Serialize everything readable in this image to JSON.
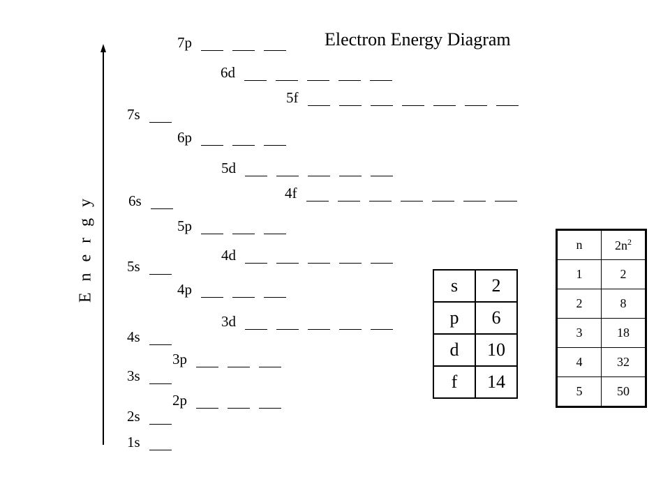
{
  "title": "Electron Energy Diagram",
  "energy_axis_label": "E n e r g y",
  "sublevels": [
    {
      "label": "1s",
      "orbitals": 1
    },
    {
      "label": "2s",
      "orbitals": 1
    },
    {
      "label": "2p",
      "orbitals": 3
    },
    {
      "label": "3s",
      "orbitals": 1
    },
    {
      "label": "3p",
      "orbitals": 3
    },
    {
      "label": "4s",
      "orbitals": 1
    },
    {
      "label": "3d",
      "orbitals": 5
    },
    {
      "label": "4p",
      "orbitals": 3
    },
    {
      "label": "5s",
      "orbitals": 1
    },
    {
      "label": "4d",
      "orbitals": 5
    },
    {
      "label": "5p",
      "orbitals": 3
    },
    {
      "label": "6s",
      "orbitals": 1
    },
    {
      "label": "4f",
      "orbitals": 7
    },
    {
      "label": "5d",
      "orbitals": 5
    },
    {
      "label": "6p",
      "orbitals": 3
    },
    {
      "label": "7s",
      "orbitals": 1
    },
    {
      "label": "5f",
      "orbitals": 7
    },
    {
      "label": "6d",
      "orbitals": 5
    },
    {
      "label": "7p",
      "orbitals": 3
    }
  ],
  "capacity_table": [
    {
      "sublevel": "s",
      "electrons": "2"
    },
    {
      "sublevel": "p",
      "electrons": "6"
    },
    {
      "sublevel": "d",
      "electrons": "10"
    },
    {
      "sublevel": "f",
      "electrons": "14"
    }
  ],
  "shell_table": {
    "header_n": "n",
    "header_2n": "2n",
    "header_exponent": "2",
    "rows": [
      {
        "n": "1",
        "value": "2"
      },
      {
        "n": "2",
        "value": "8"
      },
      {
        "n": "3",
        "value": "18"
      },
      {
        "n": "4",
        "value": "32"
      },
      {
        "n": "5",
        "value": "50"
      }
    ]
  }
}
